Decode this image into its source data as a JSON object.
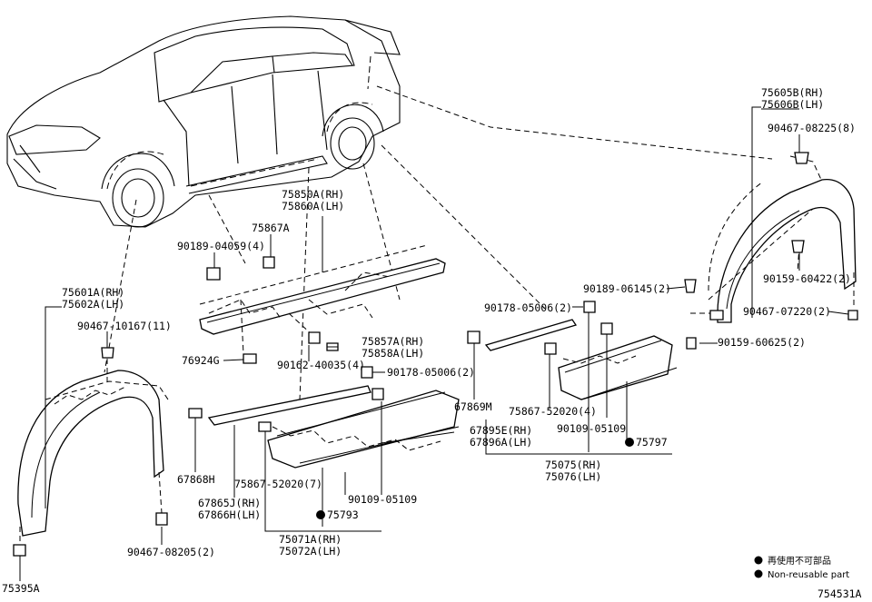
{
  "labels": {
    "p75605B": "75605B(RH)",
    "p75606B": "75606B(LH)",
    "p90467_08225": "90467-08225(8)",
    "p90159_60422": "90159-60422(2)",
    "p90467_07220": "90467-07220(2)",
    "p90159_60625": "90159-60625(2)",
    "p90189_06145": "90189-06145(2)",
    "p90178_05006_a": "90178-05006(2)",
    "p75850A": "75850A(RH)",
    "p75860A": "75860A(LH)",
    "p75867A": "75867A",
    "p90189_04059": "90189-04059(4)",
    "p75601A": "75601A(RH)",
    "p75602A": "75602A(LH)",
    "p90467_10167": "90467-10167(11)",
    "p75857A": "75857A(RH)",
    "p75858A": "75858A(LH)",
    "p76924G": "76924G",
    "p90162_40035": "90162-40035(4)",
    "p90178_05006_b": "90178-05006(2)",
    "p67869M": "67869M",
    "p67895E": "67895E(RH)",
    "p67896A": "67896A(LH)",
    "p75867_52020_a": "75867-52020(4)",
    "p90109_05109_a": "90109-05109",
    "p75797": "75797",
    "p75075": "75075(RH)",
    "p75076": "75076(LH)",
    "p67868H": "67868H",
    "p75867_52020_b": "75867-52020(7)",
    "p90109_05109_b": "90109-05109",
    "p67865J": "67865J(RH)",
    "p67866H": "67866H(LH)",
    "p75793": "75793",
    "p75071A": "75071A(RH)",
    "p75072A": "75072A(LH)",
    "p90467_08205": "90467-08205(2)",
    "p75395A": "75395A"
  },
  "legend": {
    "jp": "再使用不可部品",
    "en": "Non-reusable part"
  },
  "illustration_id": "754531A"
}
